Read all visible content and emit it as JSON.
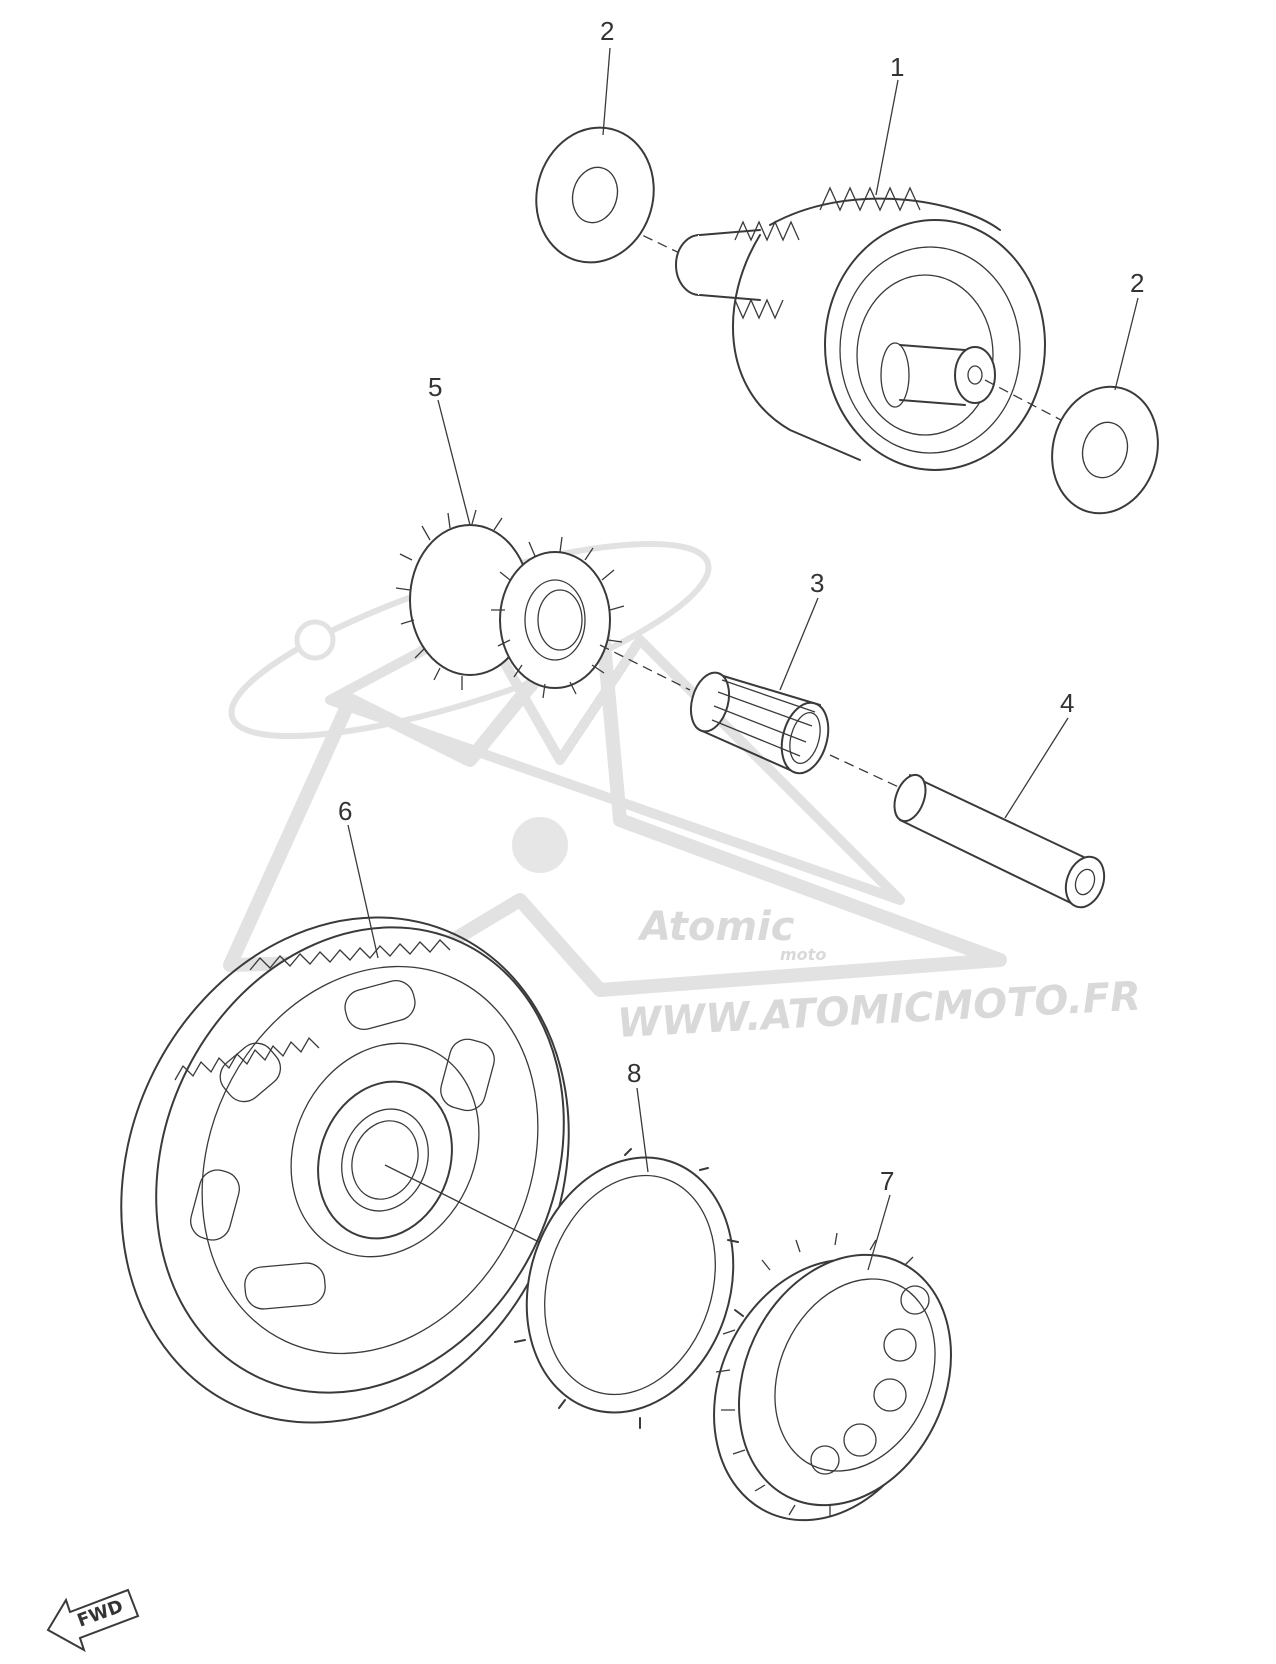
{
  "diagram": {
    "callouts": [
      {
        "id": "1",
        "label": "1"
      },
      {
        "id": "2a",
        "label": "2"
      },
      {
        "id": "2b",
        "label": "2"
      },
      {
        "id": "3",
        "label": "3"
      },
      {
        "id": "4",
        "label": "4"
      },
      {
        "id": "5",
        "label": "5"
      },
      {
        "id": "6",
        "label": "6"
      },
      {
        "id": "7",
        "label": "7"
      },
      {
        "id": "8",
        "label": "8"
      }
    ],
    "direction_marker": "FWD"
  },
  "watermark": {
    "brand": "Atomic",
    "brand_sub": "moto",
    "url": "WWW.ATOMICMOTO.FR"
  },
  "colors": {
    "line": "#3a3a3a",
    "watermark": "#e2e2e2",
    "background": "#ffffff"
  }
}
